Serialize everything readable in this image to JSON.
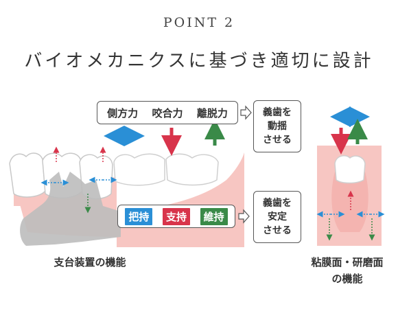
{
  "header": {
    "point": "POINT 2",
    "title": "バイオメカニクスに基づき適切に設計"
  },
  "forces": [
    "側方力",
    "咬合力",
    "離脱力"
  ],
  "result_top": [
    "義歯を",
    "動揺",
    "させる"
  ],
  "functions": [
    {
      "label": "把持",
      "color": "#2a8fd6"
    },
    {
      "label": "支持",
      "color": "#d8344b"
    },
    {
      "label": "維持",
      "color": "#3a8a48"
    }
  ],
  "result_bottom": [
    "義歯を",
    "安定",
    "させる"
  ],
  "captions": {
    "left": "支台装置の機能",
    "right_line1": "粘膜面・研磨面",
    "right_line2": "の機能"
  },
  "colors": {
    "gum": "#f7c6c2",
    "gum_dark": "#f2a9a4",
    "metal": "#bdbdbd",
    "blue": "#2a8fd6",
    "red": "#d8344b",
    "green": "#3a8a48"
  }
}
